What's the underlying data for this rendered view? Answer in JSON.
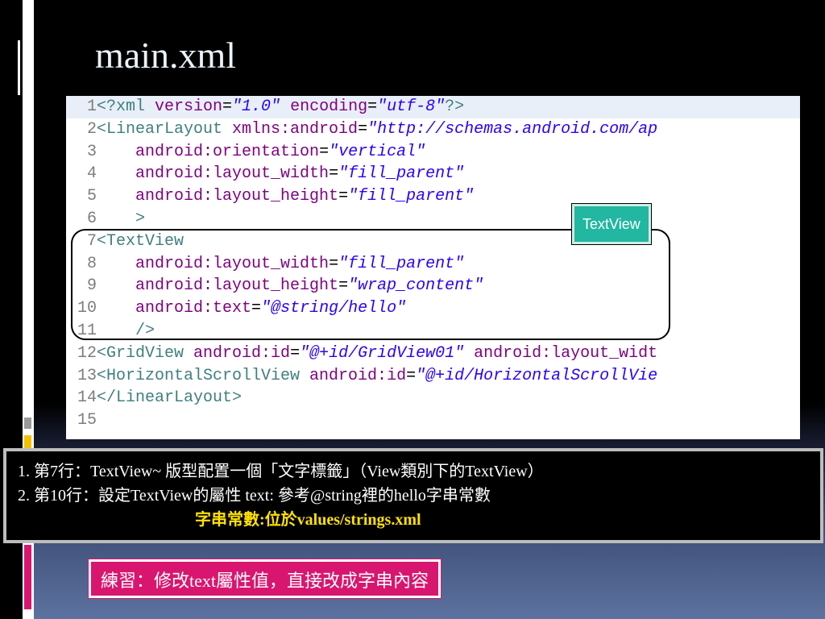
{
  "slide": {
    "title": "main.xml"
  },
  "colors": {
    "teal_label": "#22b7a0",
    "exercise_bg": "#d9166f",
    "highlight_text": "#ffe100"
  },
  "code": {
    "lines": [
      {
        "n": "1",
        "parts": [
          [
            "tag",
            "<?xml "
          ],
          [
            "attr",
            "version"
          ],
          [
            "eq",
            "="
          ],
          [
            "val",
            "\"1.0\""
          ],
          [
            "eq",
            " "
          ],
          [
            "attr",
            "encoding"
          ],
          [
            "eq",
            "="
          ],
          [
            "val",
            "\"utf-8\""
          ],
          [
            "tag",
            "?>"
          ]
        ]
      },
      {
        "n": "2",
        "parts": [
          [
            "tag",
            "<LinearLayout "
          ],
          [
            "attr",
            "xmlns:android"
          ],
          [
            "eq",
            "="
          ],
          [
            "val",
            "\"http://schemas.android.com/ap"
          ]
        ]
      },
      {
        "n": "3",
        "parts": [
          [
            "eq",
            "    "
          ],
          [
            "attr",
            "android:orientation"
          ],
          [
            "eq",
            "="
          ],
          [
            "val",
            "\"vertical\""
          ]
        ]
      },
      {
        "n": "4",
        "parts": [
          [
            "eq",
            "    "
          ],
          [
            "attr",
            "android:layout_width"
          ],
          [
            "eq",
            "="
          ],
          [
            "val",
            "\"fill_parent\""
          ]
        ]
      },
      {
        "n": "5",
        "parts": [
          [
            "eq",
            "    "
          ],
          [
            "attr",
            "android:layout_height"
          ],
          [
            "eq",
            "="
          ],
          [
            "val",
            "\"fill_parent\""
          ]
        ]
      },
      {
        "n": "6",
        "parts": [
          [
            "eq",
            "    "
          ],
          [
            "tag",
            ">"
          ]
        ]
      },
      {
        "n": "7",
        "parts": [
          [
            "tag",
            "<TextView"
          ]
        ]
      },
      {
        "n": "8",
        "parts": [
          [
            "eq",
            "    "
          ],
          [
            "attr",
            "android:layout_width"
          ],
          [
            "eq",
            "="
          ],
          [
            "val",
            "\"fill_parent\""
          ]
        ]
      },
      {
        "n": "9",
        "parts": [
          [
            "eq",
            "    "
          ],
          [
            "attr",
            "android:layout_height"
          ],
          [
            "eq",
            "="
          ],
          [
            "val",
            "\"wrap_content\""
          ]
        ]
      },
      {
        "n": "10",
        "parts": [
          [
            "eq",
            "    "
          ],
          [
            "attr",
            "android:text"
          ],
          [
            "eq",
            "="
          ],
          [
            "val",
            "\"@string/hello\""
          ]
        ]
      },
      {
        "n": "11",
        "parts": [
          [
            "eq",
            "    "
          ],
          [
            "tag",
            "/>"
          ]
        ]
      },
      {
        "n": "12",
        "parts": [
          [
            "tag",
            "<GridView "
          ],
          [
            "attr",
            "android:id"
          ],
          [
            "eq",
            "="
          ],
          [
            "val",
            "\"@+id/GridView01\""
          ],
          [
            "eq",
            " "
          ],
          [
            "attr",
            "android:layout_widt"
          ]
        ]
      },
      {
        "n": "13",
        "parts": [
          [
            "tag",
            "<HorizontalScrollView "
          ],
          [
            "attr",
            "android:id"
          ],
          [
            "eq",
            "="
          ],
          [
            "val",
            "\"@+id/HorizontalScrollVie"
          ]
        ]
      },
      {
        "n": "14",
        "parts": [
          [
            "tag",
            "</LinearLayout>"
          ]
        ]
      },
      {
        "n": "15",
        "parts": []
      }
    ]
  },
  "callout": {
    "label": "TextView"
  },
  "notes": {
    "line1": "1.  第7行：TextView~ 版型配置一個「文字標籤」（View類別下的TextView）",
    "line2": "2.  第10行：設定TextView的屬性 text: 參考@string裡的hello字串常數",
    "line3": "字串常數:位於values/strings.xml"
  },
  "exercise": {
    "text": "練習：修改text屬性值，直接改成字串內容"
  }
}
